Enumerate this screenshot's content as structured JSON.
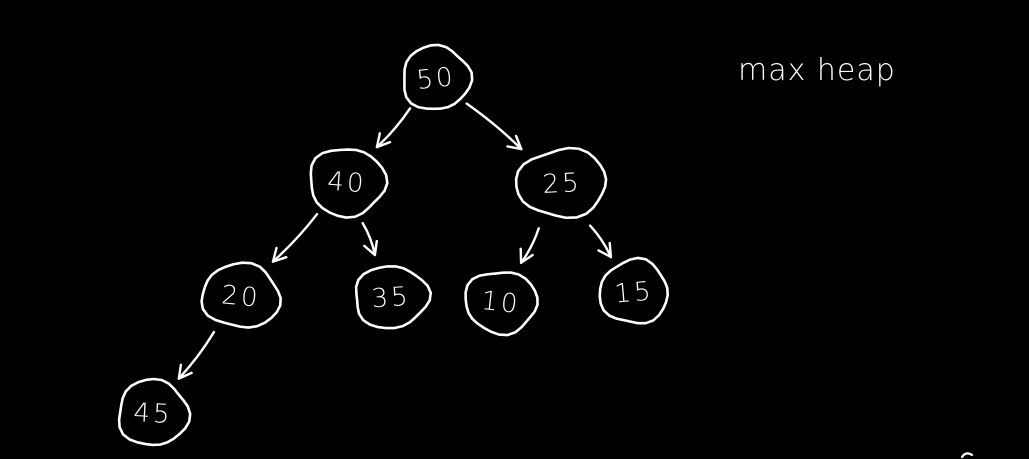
{
  "title": "max heap",
  "colors": {
    "background": "#000000",
    "ink": "#ffffff"
  },
  "nodes": [
    {
      "id": "n50",
      "value": "50"
    },
    {
      "id": "n40",
      "value": "40"
    },
    {
      "id": "n25",
      "value": "25"
    },
    {
      "id": "n20",
      "value": "20"
    },
    {
      "id": "n35",
      "value": "35"
    },
    {
      "id": "n10",
      "value": "10"
    },
    {
      "id": "n15",
      "value": "15"
    },
    {
      "id": "n45",
      "value": "45"
    }
  ],
  "edges": [
    {
      "from": "n50",
      "to": "n40"
    },
    {
      "from": "n50",
      "to": "n25"
    },
    {
      "from": "n40",
      "to": "n20"
    },
    {
      "from": "n40",
      "to": "n35"
    },
    {
      "from": "n25",
      "to": "n10"
    },
    {
      "from": "n25",
      "to": "n15"
    },
    {
      "from": "n20",
      "to": "n45"
    }
  ]
}
